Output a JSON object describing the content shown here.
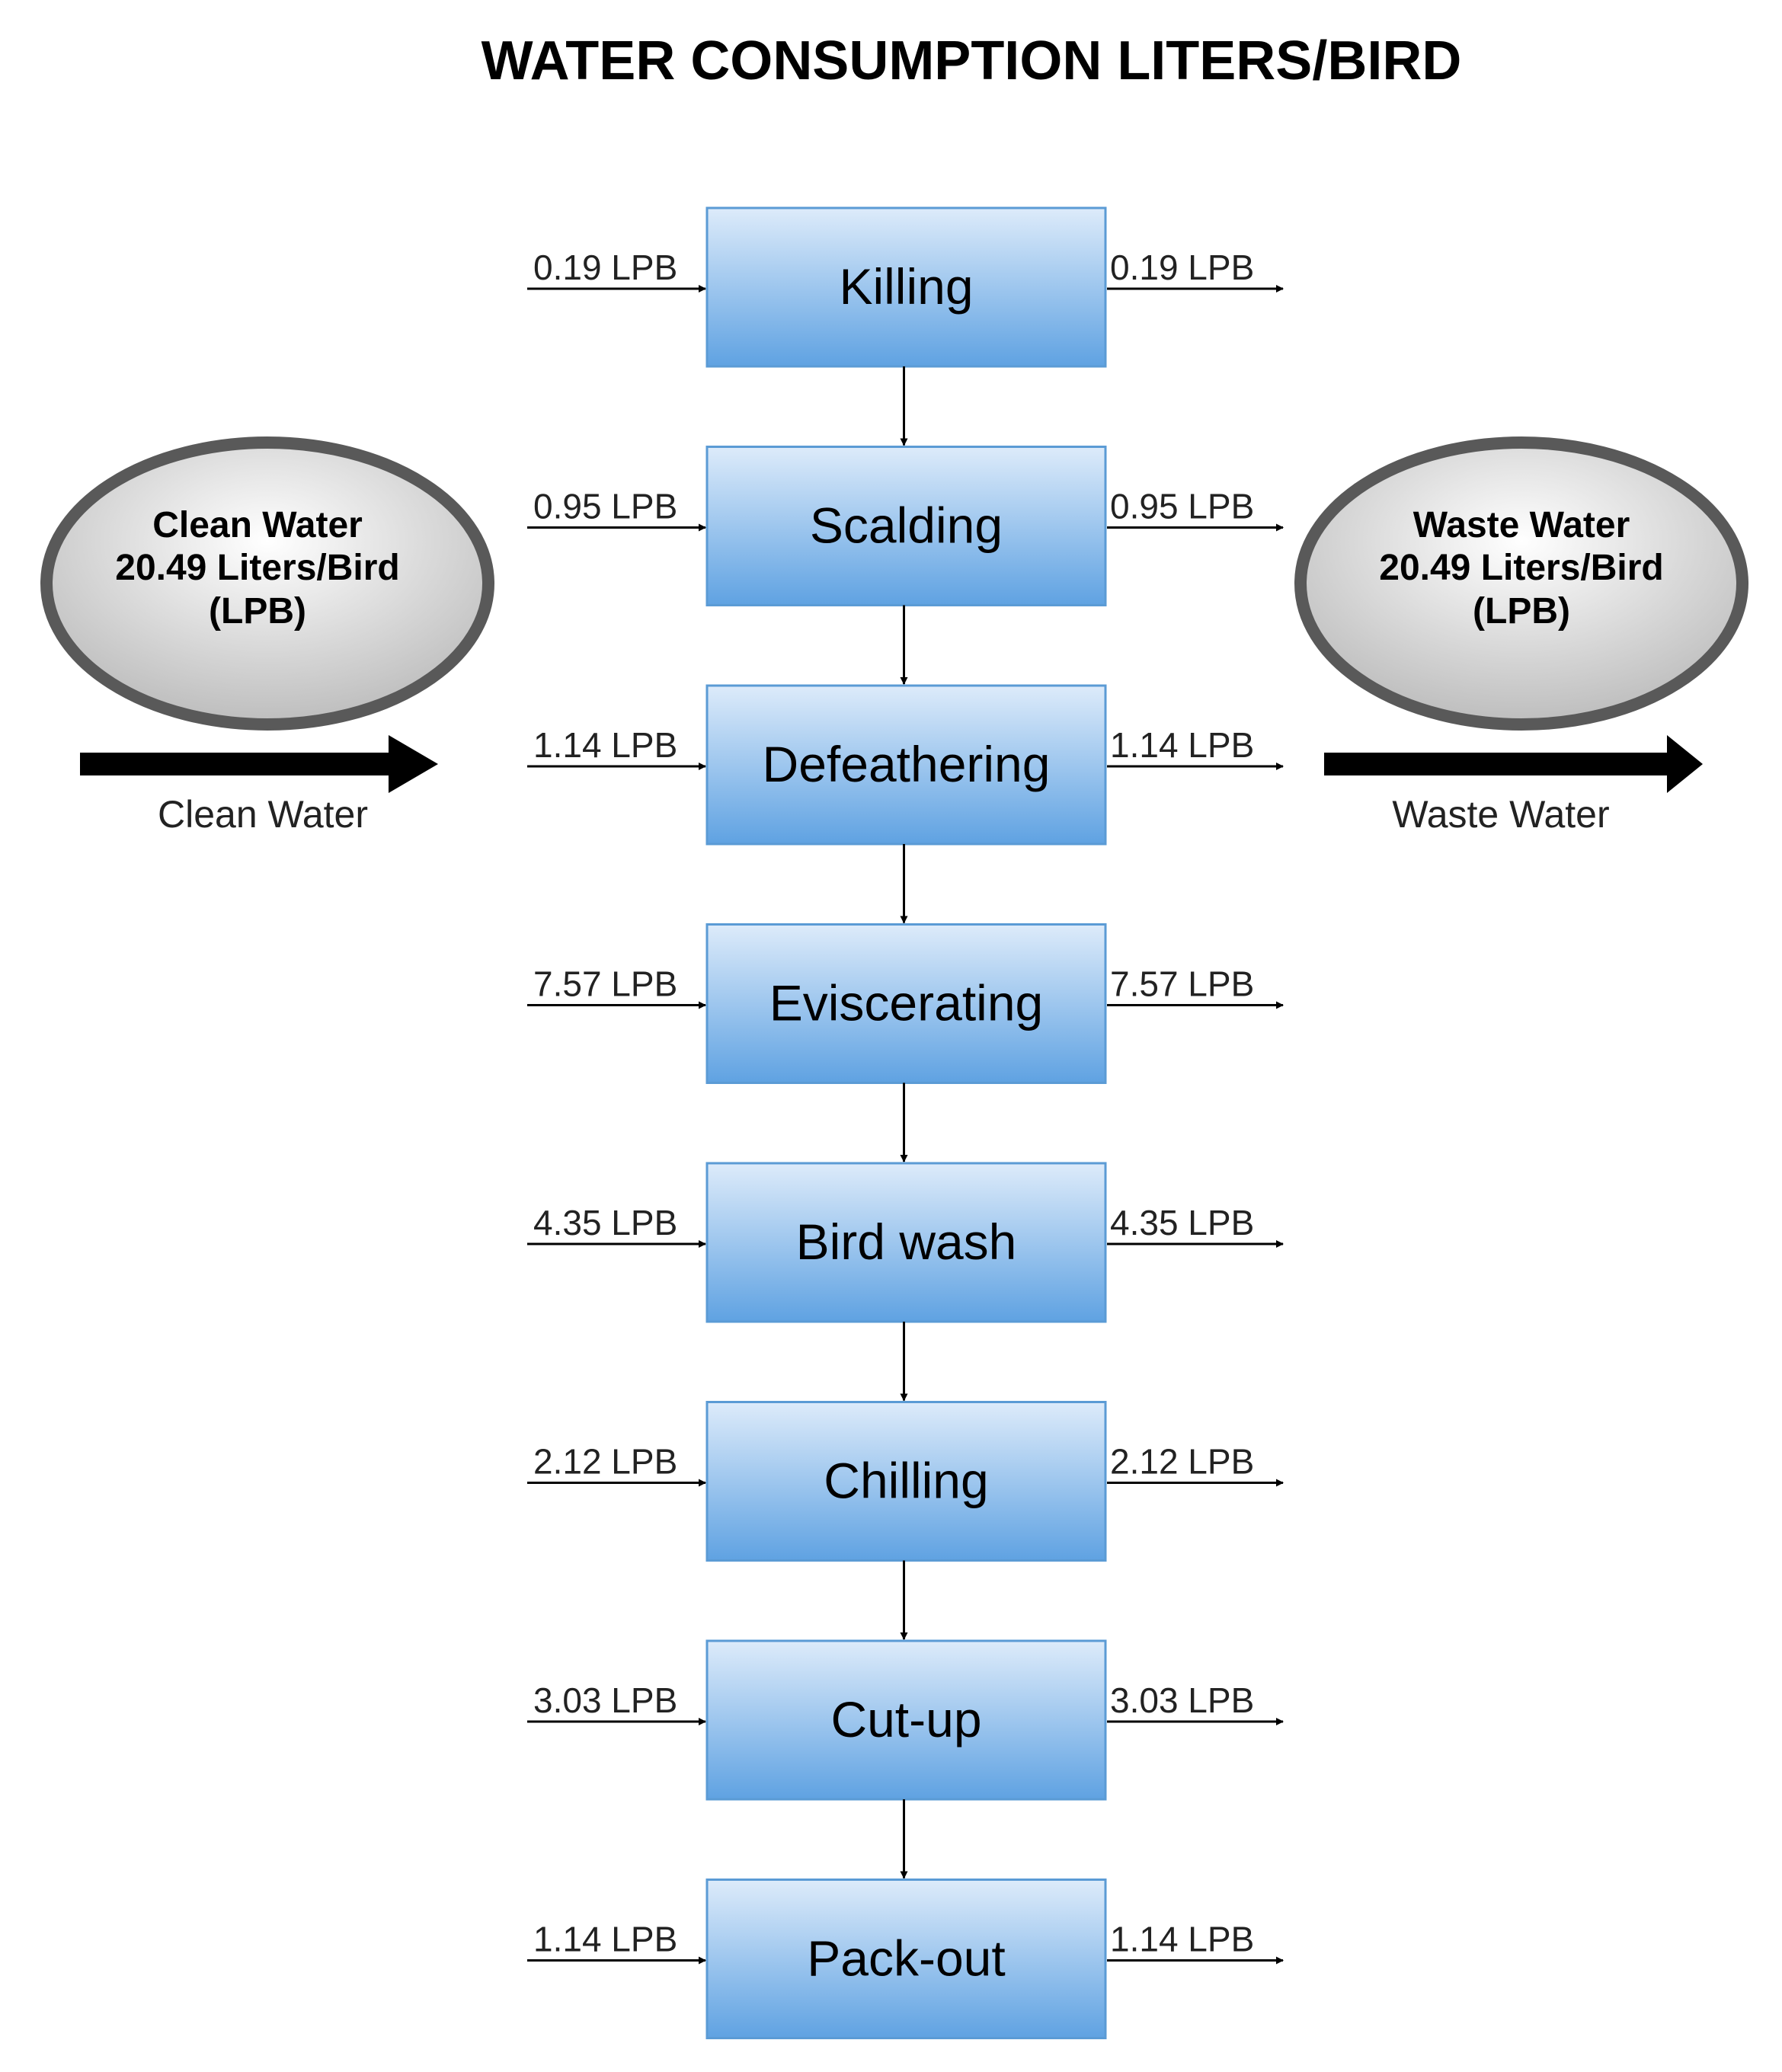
{
  "title": "WATER CONSUMPTION LITERS/BIRD",
  "colors": {
    "box_top": "#DDEBFA",
    "box_bottom": "#5FA2E2",
    "box_stroke": "#5B9BD5",
    "ellipse_stroke": "#595959",
    "arrow": "#000000"
  },
  "clean_water": {
    "ellipse_lines": [
      "Clean  Water",
      "20.49 Liters/Bird",
      "(LPB)"
    ],
    "caption": "Clean Water"
  },
  "waste_water": {
    "ellipse_lines": [
      "Waste Water",
      "20.49 Liters/Bird",
      "(LPB)"
    ],
    "caption": "Waste Water"
  },
  "steps": [
    {
      "name": "Killing",
      "input": "0.19 LPB",
      "output": "0.19 LPB"
    },
    {
      "name": "Scalding",
      "input": "0.95 LPB",
      "output": "0.95 LPB"
    },
    {
      "name": "Defeathering",
      "input": "1.14 LPB",
      "output": "1.14 LPB"
    },
    {
      "name": "Eviscerating",
      "input": "7.57 LPB",
      "output": "7.57 LPB"
    },
    {
      "name": "Bird wash",
      "input": "4.35 LPB",
      "output": "4.35 LPB"
    },
    {
      "name": "Chilling",
      "input": "2.12 LPB",
      "output": "2.12 LPB"
    },
    {
      "name": "Cut-up",
      "input": "3.03 LPB",
      "output": "3.03 LPB"
    },
    {
      "name": "Pack-out",
      "input": "1.14 LPB",
      "output": "1.14 LPB"
    }
  ]
}
